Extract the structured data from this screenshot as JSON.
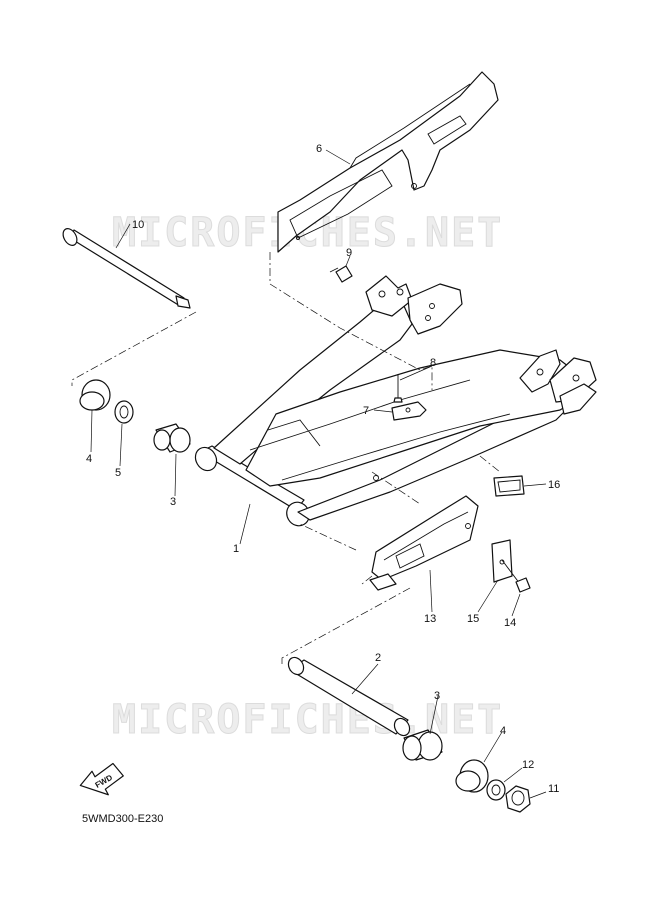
{
  "watermarks": [
    "MICROFICHES.NET",
    "MICROFICHES.NET"
  ],
  "diagram_code": "5WMD300-E230",
  "fwd_badge": "FWD",
  "callouts": [
    "1",
    "2",
    "3",
    "3",
    "4",
    "4",
    "5",
    "6",
    "7",
    "8",
    "9",
    "10",
    "11",
    "12",
    "13",
    "14",
    "15",
    "16"
  ]
}
